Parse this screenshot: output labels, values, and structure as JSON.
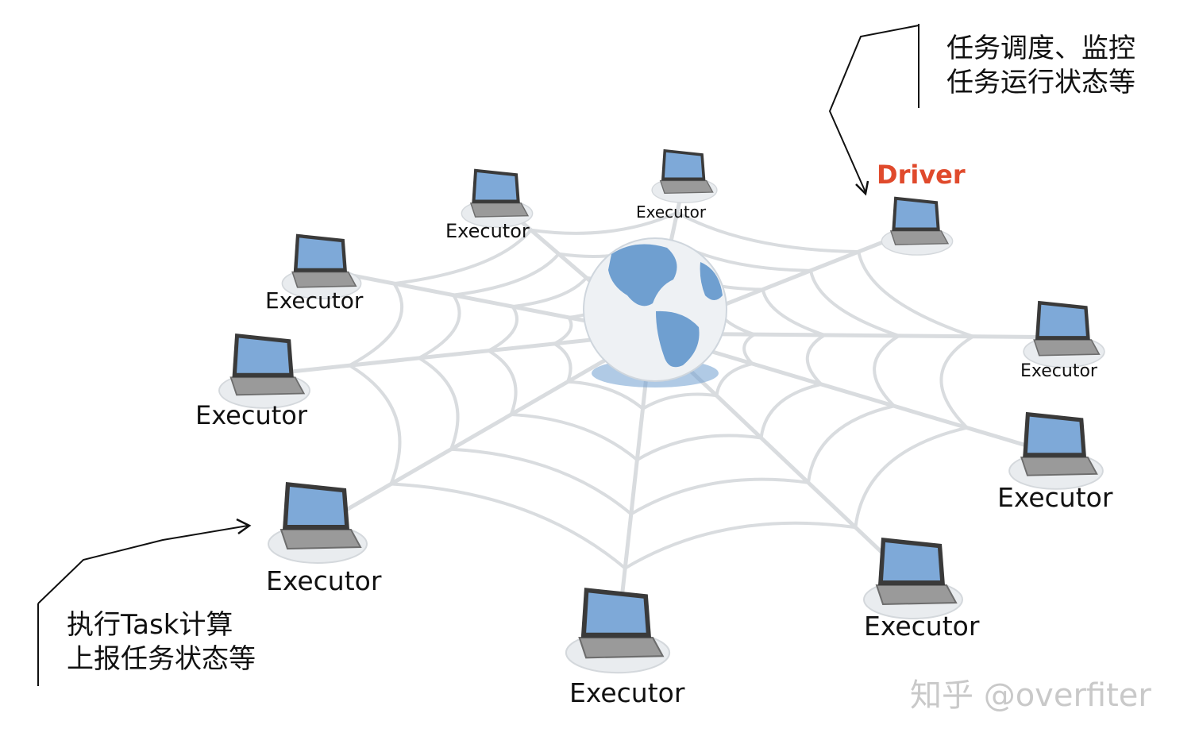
{
  "driver": {
    "label": "Driver",
    "color": "#e04a2c"
  },
  "executor_label": "Executor",
  "notes": {
    "driver_role": [
      "任务调度、监控",
      "任务运行状态等"
    ],
    "executor_role": [
      "执行Task计算",
      "上报任务状态等"
    ]
  },
  "watermark": "知乎 @overfiter",
  "colors": {
    "web": "#d9dcdf",
    "globe_ocean": "#eef1f4",
    "globe_land": "#6f9fd0",
    "laptop_screen": "#7ea9d8",
    "laptop_body": "#9a9a9a",
    "pedestal": "#e9ecef"
  },
  "icons": [
    "globe-icon",
    "laptop-icon",
    "arrow-icon"
  ]
}
